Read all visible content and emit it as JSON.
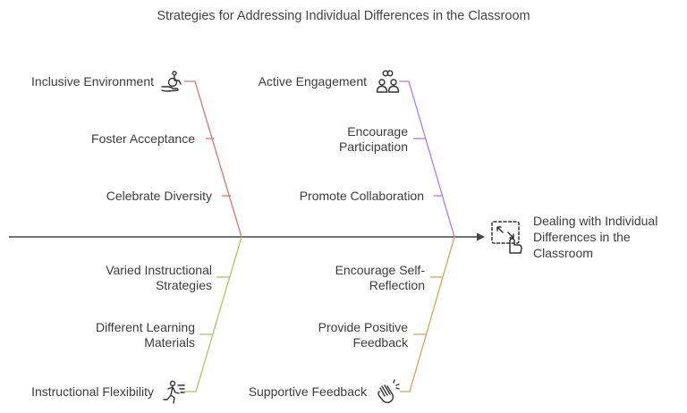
{
  "title": "Strategies for Addressing Individual Differences in the Classroom",
  "effect": {
    "line1": "Dealing with Individual",
    "line2": "Differences in the",
    "line3": "Classroom",
    "icon": "resize-hand-icon"
  },
  "branches": {
    "inclusive": {
      "head": "Inclusive Environment",
      "icon": "wheelchair-accessibility-icon",
      "color": "#e07070",
      "items": [
        "Foster Acceptance",
        "Celebrate Diversity"
      ]
    },
    "engagement": {
      "head": "Active Engagement",
      "icon": "group-people-icon",
      "color": "#b877e0",
      "items": [
        [
          "Encourage",
          "Participation"
        ],
        "Promote Collaboration"
      ]
    },
    "flexibility": {
      "head": "Instructional Flexibility",
      "icon": "running-person-icon",
      "color": "#a5c955",
      "items": [
        [
          "Varied Instructional",
          "Strategies"
        ],
        [
          "Different Learning",
          "Materials"
        ]
      ]
    },
    "feedback": {
      "head": "Supportive Feedback",
      "icon": "clapping-hands-icon",
      "color": "#e0a050",
      "items": [
        [
          "Encourage Self-",
          "Reflection"
        ],
        [
          "Provide Positive",
          "Feedback"
        ]
      ]
    }
  }
}
